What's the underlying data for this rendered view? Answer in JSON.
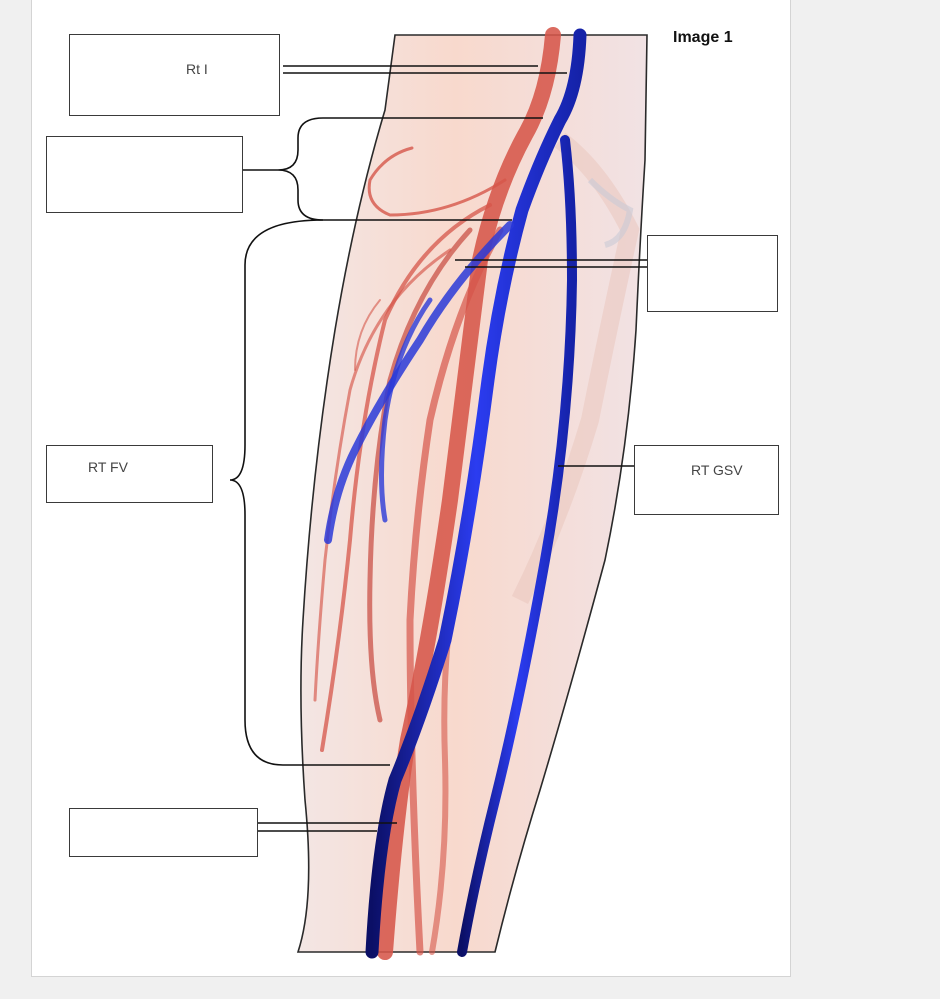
{
  "figure": {
    "title": "Image 1",
    "labels": {
      "top_left": "Rt I",
      "branch_bracket": "",
      "right_upper": "",
      "femoral_bracket": "RT FV",
      "right_middle": "RT GSV",
      "bottom_left": ""
    }
  },
  "colors": {
    "artery": "#d6564a",
    "vein": "#2233dd",
    "skin": "#f6dcd2",
    "page": "#ffffff",
    "background": "#f0f0f0"
  }
}
